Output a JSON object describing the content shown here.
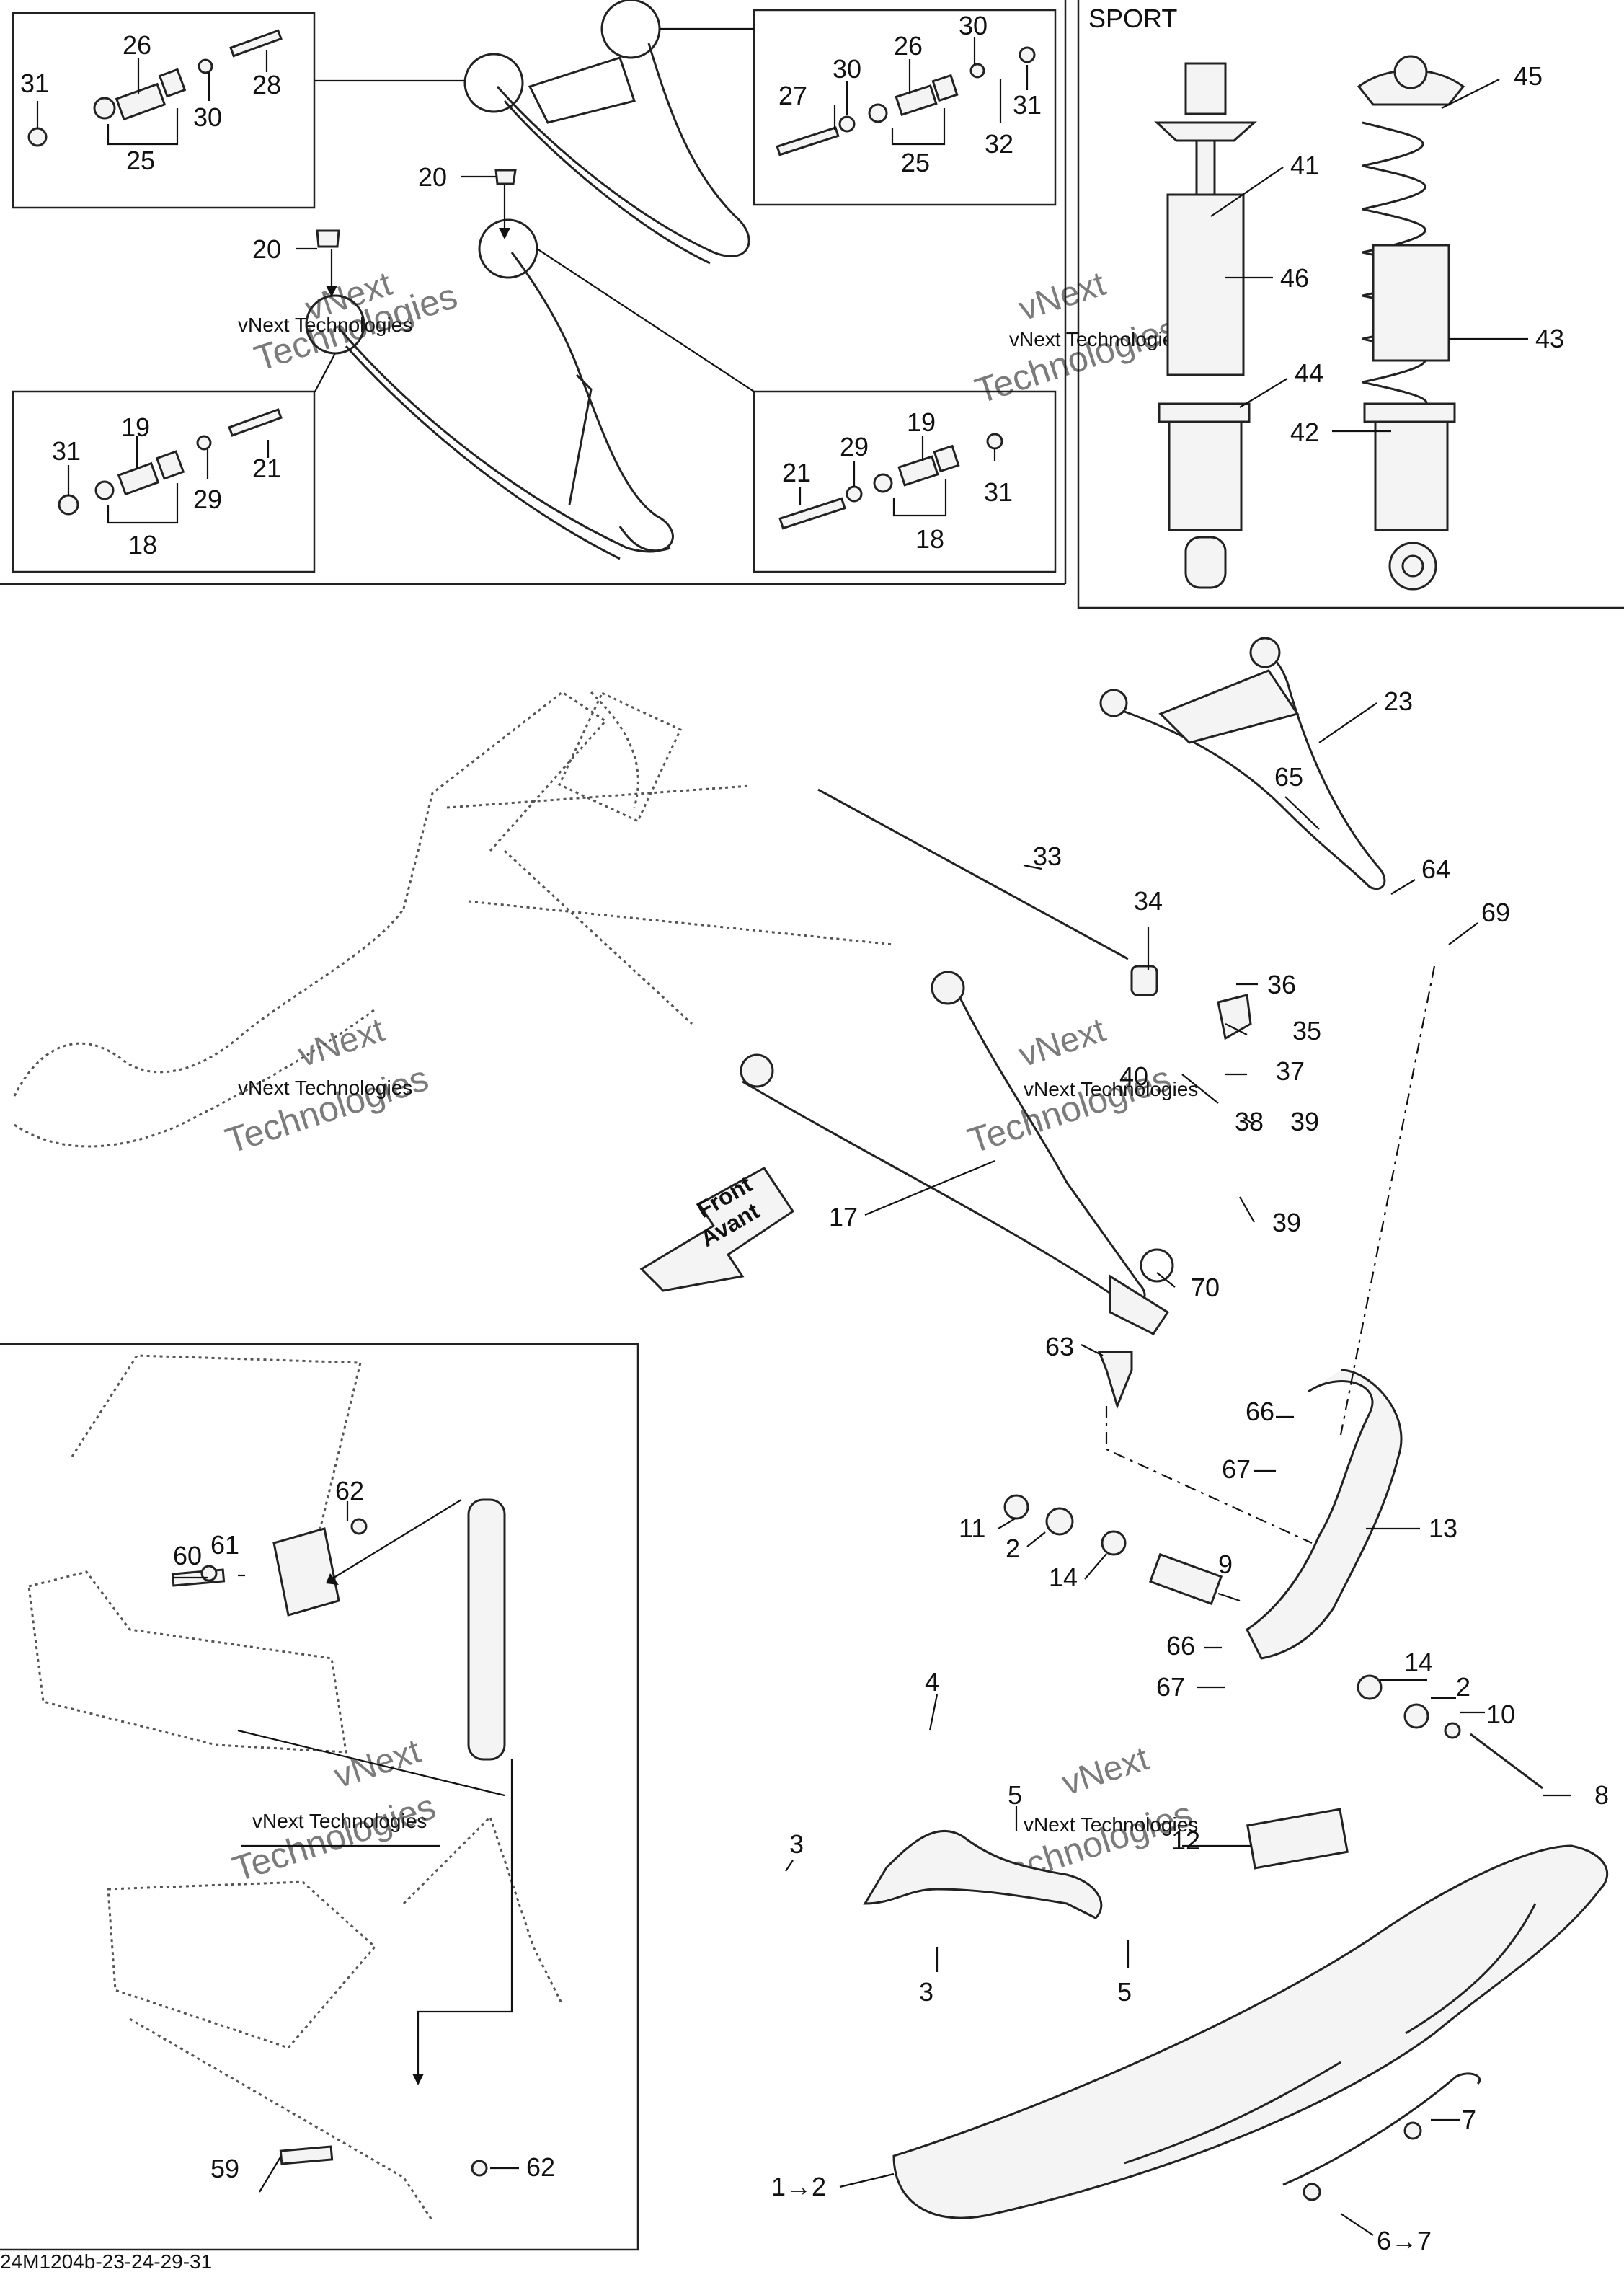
{
  "diagram": {
    "sport_label": "SPORT",
    "footer_code": "24M1204b-23-24-29-31",
    "direction_arrow": {
      "line1": "Front",
      "line2": "Avant"
    },
    "watermark": {
      "line1": "vNext",
      "line2": "vNext Technologies",
      "line3": "Technologies"
    },
    "callouts": {
      "c31a": "31",
      "c26a": "26",
      "c28a": "28",
      "c30a": "30",
      "c25a": "25",
      "c27b": "27",
      "c30b1": "30",
      "c26b": "26",
      "c30b2": "30",
      "c31b": "31",
      "c32b": "32",
      "c25b": "25",
      "c20a": "20",
      "c20b": "20",
      "c31c": "31",
      "c19c": "19",
      "c21c": "21",
      "c29c": "29",
      "c18c": "18",
      "c21d": "21",
      "c29d": "29",
      "c19d": "19",
      "c31d": "31",
      "c18d": "18",
      "c41": "41",
      "c45": "45",
      "c46": "46",
      "c43": "43",
      "c44": "44",
      "c42": "42",
      "c23": "23",
      "c65": "65",
      "c64": "64",
      "c69": "69",
      "c33": "33",
      "c34": "34",
      "c36": "36",
      "c35": "35",
      "c37": "37",
      "c40": "40",
      "c39a": "39",
      "c38": "38",
      "c39b": "39",
      "c17": "17",
      "c70": "70",
      "c63": "63",
      "c66a": "66",
      "c67a": "67",
      "c13": "13",
      "c11": "11",
      "c2a": "2",
      "c14a": "14",
      "c9": "9",
      "c66b": "66",
      "c67b": "67",
      "c14b": "14",
      "c2b": "2",
      "c10": "10",
      "c8": "8",
      "c4": "4",
      "c5a": "5",
      "c12": "12",
      "c3a": "3",
      "c3b": "3",
      "c5b": "5",
      "c7": "7",
      "c1to2": "1→2",
      "c6to7": "6→7",
      "c62a": "62",
      "c60": "60",
      "c61": "61",
      "c59": "59",
      "c62b": "62"
    }
  }
}
